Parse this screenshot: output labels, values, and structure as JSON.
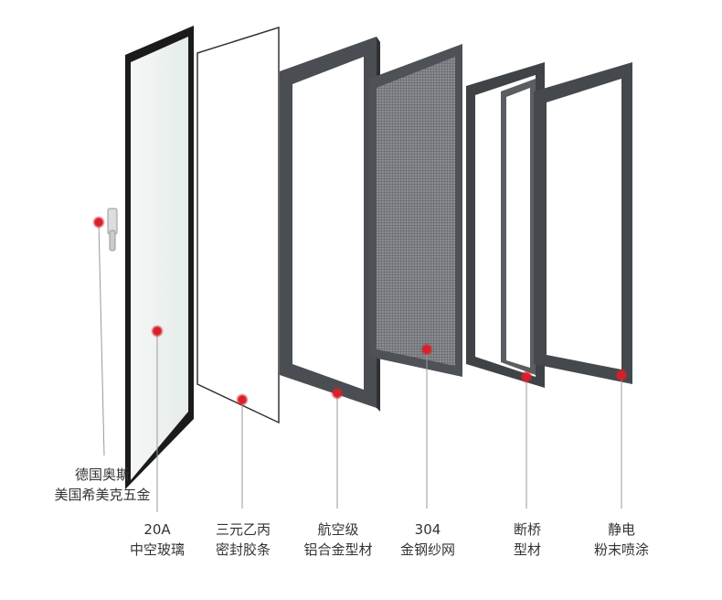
{
  "components": [
    {
      "id": "hardware",
      "line1": "德国奥斯",
      "line2": "美国希美克五金"
    },
    {
      "id": "glass",
      "line1": "20A",
      "line2": "中空玻璃"
    },
    {
      "id": "sealant",
      "line1": "三元乙丙",
      "line2": "密封胶条"
    },
    {
      "id": "aluminum",
      "line1": "航空级",
      "line2": "铝合金型材"
    },
    {
      "id": "screen",
      "line1": "304",
      "line2": "金钢纱网"
    },
    {
      "id": "thermal-break",
      "line1": "断桥",
      "line2": "型材"
    },
    {
      "id": "powder-coat",
      "line1": "静电",
      "line2": "粉末喷涂"
    }
  ],
  "colors": {
    "marker": "#d8202a",
    "frame": "#4a4d52",
    "line": "#999999"
  }
}
